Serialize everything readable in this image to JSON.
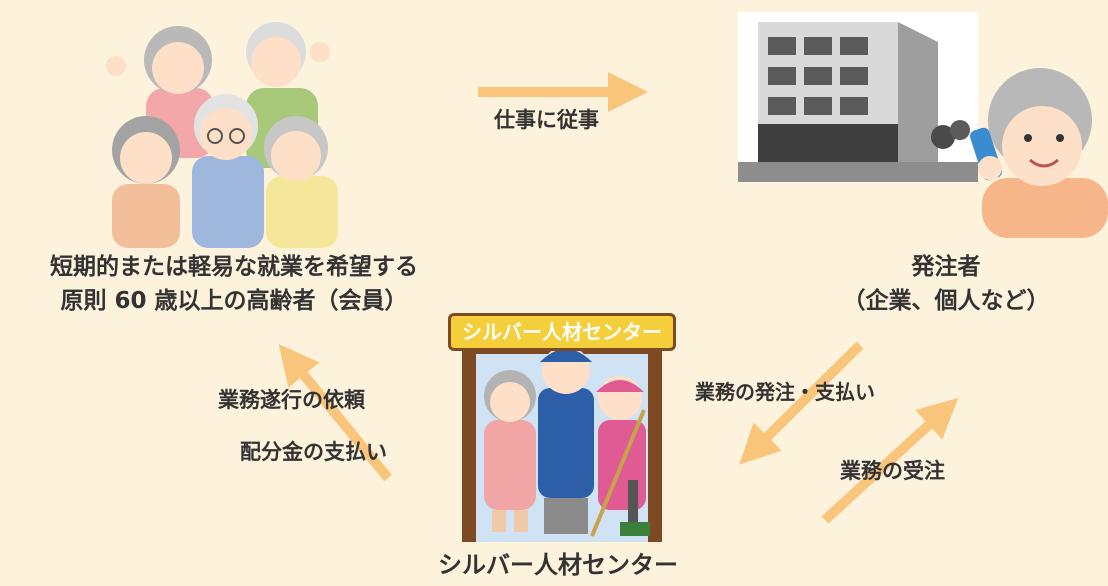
{
  "members": {
    "line1": "短期的または軽易な就業を希望する",
    "line2": "原則 60 歳以上の高齢者（会員）"
  },
  "client": {
    "line1": "発注者",
    "line2": "（企業、個人など）"
  },
  "center": {
    "label": "シルバー人材センター",
    "sign": "シルバー人材センター"
  },
  "flows": {
    "work": "仕事に従事",
    "request": "業務遂行の依頼",
    "payment": "配分金の支払い",
    "order_payment": "業務の発注・支払い",
    "accept": "業務の受注"
  },
  "colors": {
    "background": "#fdf2dc",
    "arrow": "#f8c57a",
    "text": "#333333",
    "sign_bg": "#f5cf3b",
    "sign_text": "#ffffff",
    "wood": "#7d4a24"
  },
  "icons": [
    "elderly-group-icon",
    "office-building-icon",
    "elderly-woman-phone-icon",
    "silver-center-workers-icon"
  ]
}
